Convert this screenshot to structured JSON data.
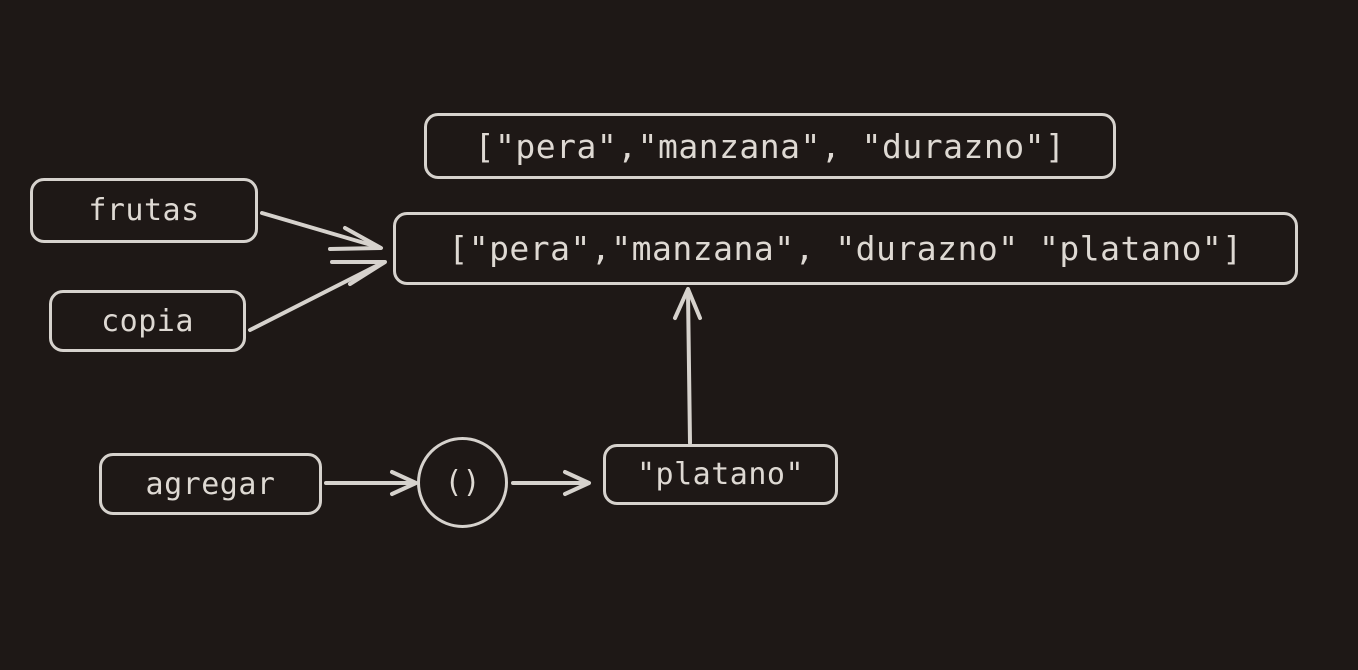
{
  "diagram": {
    "title": "frutas / copia list mutation diagram",
    "background_color": "#1e1816",
    "stroke_color": "#d6d2cd",
    "text_color": "#ded9d3",
    "nodes": {
      "list_original": {
        "label": "[\"pera\",\"manzana\", \"durazno\"]",
        "shape": "rounded-rect"
      },
      "list_updated": {
        "label": "[\"pera\",\"manzana\", \"durazno\" \"platano\"]",
        "shape": "rounded-rect"
      },
      "frutas": {
        "label": "frutas",
        "shape": "rounded-rect"
      },
      "copia": {
        "label": "copia",
        "shape": "rounded-rect"
      },
      "agregar": {
        "label": "agregar",
        "shape": "rounded-rect"
      },
      "call": {
        "label": "()",
        "shape": "circle"
      },
      "platano": {
        "label": "\"platano\"",
        "shape": "rounded-rect"
      }
    },
    "edges": [
      {
        "name": "frutas-to-list",
        "from": "frutas",
        "to": "list_updated",
        "arrowhead": "open-v"
      },
      {
        "name": "copia-to-list",
        "from": "copia",
        "to": "list_updated",
        "arrowhead": "open-v"
      },
      {
        "name": "agregar-to-call",
        "from": "agregar",
        "to": "call",
        "arrowhead": "open-v"
      },
      {
        "name": "call-to-platano",
        "from": "call",
        "to": "platano",
        "arrowhead": "open-v"
      },
      {
        "name": "platano-to-list",
        "from": "platano",
        "to": "list_updated",
        "arrowhead": "open-v"
      }
    ]
  }
}
